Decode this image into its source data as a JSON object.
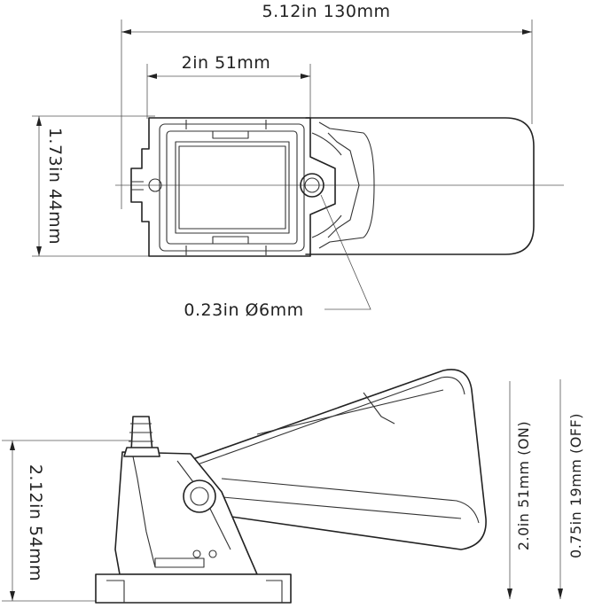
{
  "top_view": {
    "overall_length": "5.12in  130mm",
    "body_length": "2in  51mm",
    "width": "1.73in  44mm",
    "hole": "0.23in  Ø6mm"
  },
  "side_view": {
    "height": "2.12in  54mm",
    "switch_on": "2.0in  51mm (ON)",
    "switch_off": "0.75in  19mm (OFF)"
  }
}
